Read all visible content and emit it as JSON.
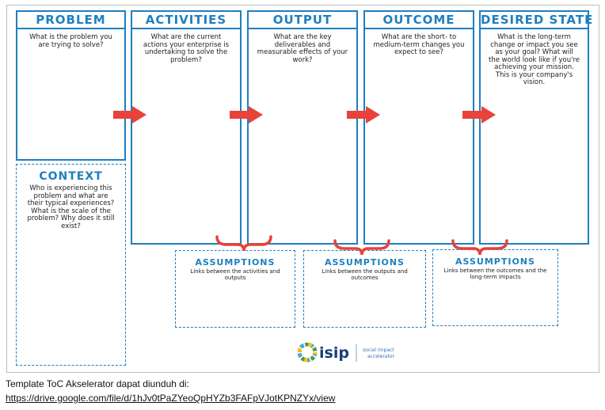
{
  "boxes": {
    "problem": {
      "title": "PROBLEM",
      "question": "What is the problem you are trying to solve?"
    },
    "activities": {
      "title": "ACTIVITIES",
      "question": "What are the current actions your enterprise is undertaking to solve the problem?"
    },
    "output": {
      "title": "OUTPUT",
      "question": "What are the key deliverables and measurable effects of your work?"
    },
    "outcome": {
      "title": "OUTCOME",
      "question": "What are the short- to medium-term changes you expect to see?"
    },
    "desired_state": {
      "title": "DESIRED STATE",
      "question": "What is the long-term change or impact you see as your goal? What will the world look like if you're achieving your mission. This is your company's vision."
    }
  },
  "context": {
    "title": "CONTEXT",
    "question": "Who is experiencing this problem and what are their typical experiences? What is the scale of the problem? Why does it still exist?"
  },
  "assumptions": [
    {
      "title": "ASSUMPTIONS",
      "text": "Links between the activities and outputs"
    },
    {
      "title": "ASSUMPTIONS",
      "text": "Links between the outputs and outcomes"
    },
    {
      "title": "ASSUMPTIONS",
      "text": "Links between the outcomes and the long-term impacts"
    }
  ],
  "logo": {
    "name": "isip",
    "tagline_1": "social impact",
    "tagline_2": "accelerator"
  },
  "colors": {
    "accent": "#1f7fbf",
    "arrow": "#e8423b"
  },
  "caption": "Template ToC Akselerator dapat diunduh di:",
  "link": "https://drive.google.com/file/d/1hJv0tPaZYeoQpHYZb3FAFpVJotKPNZYx/view"
}
